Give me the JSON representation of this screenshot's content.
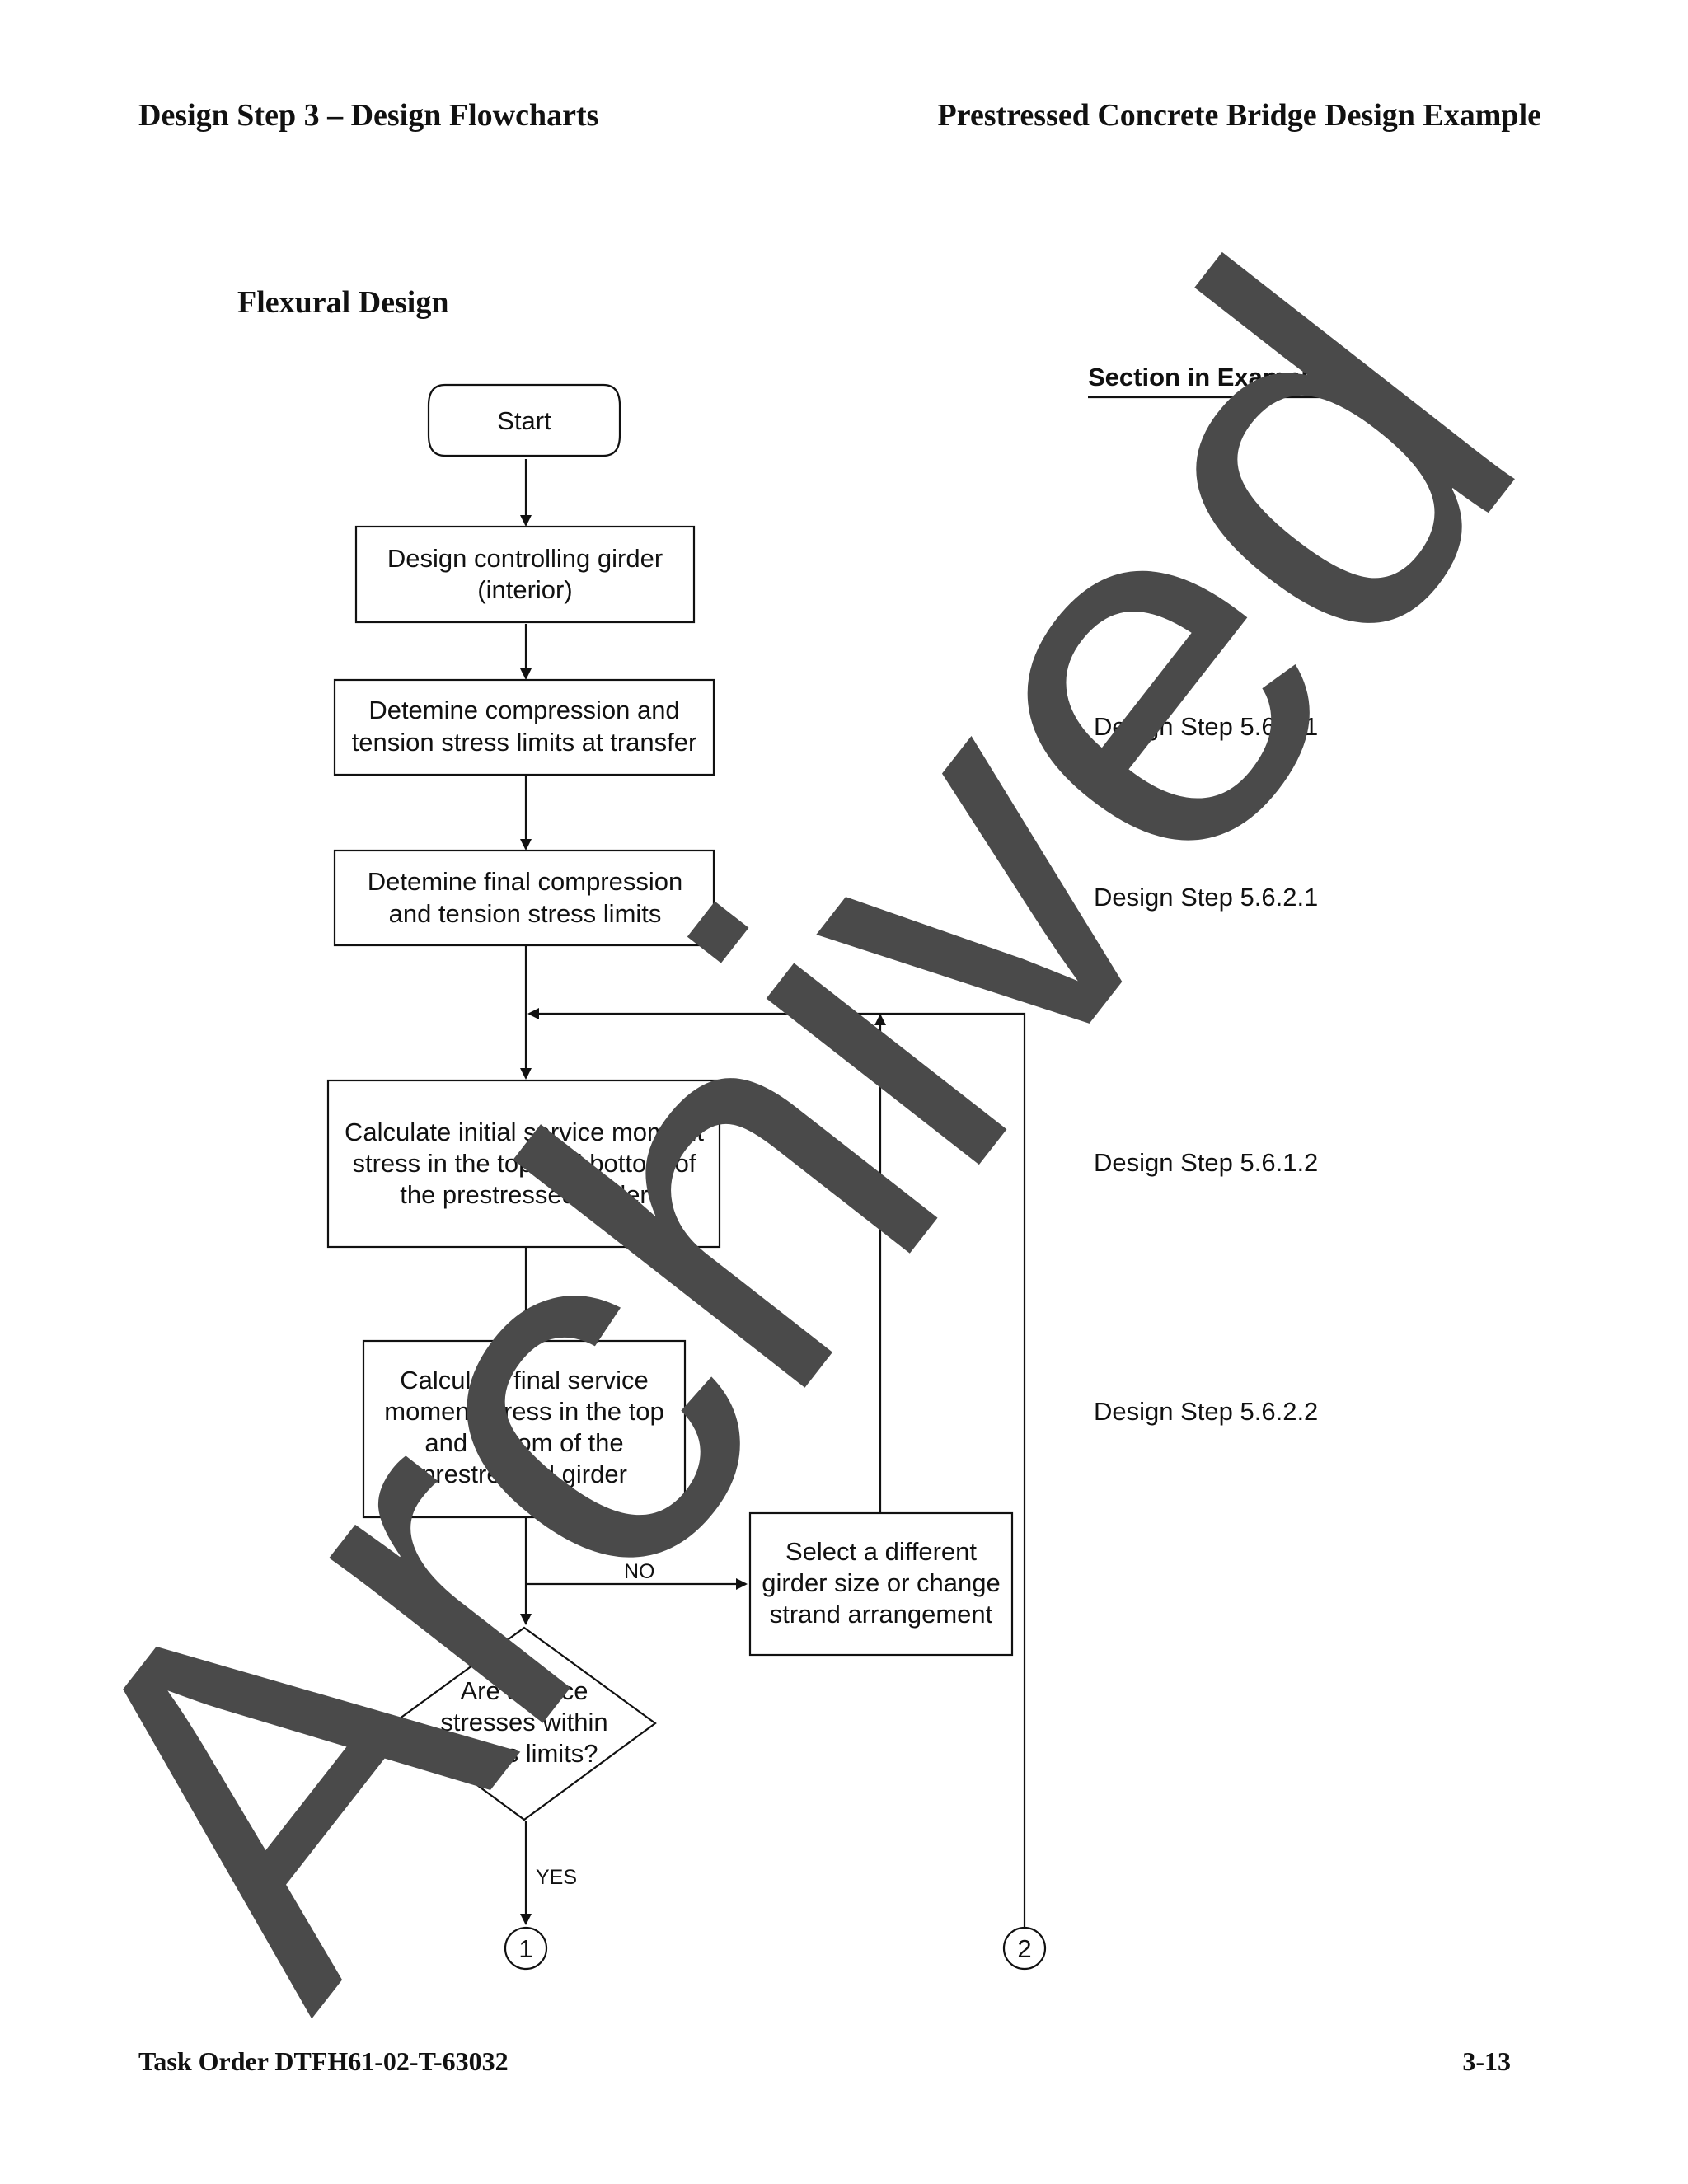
{
  "header": {
    "left": "Design Step 3 – Design Flowcharts",
    "right": "Prestressed Concrete Bridge Design Example"
  },
  "section_title": "Flexural Design",
  "column_heading": "Section in Example",
  "nodes": {
    "start": {
      "label": "Start"
    },
    "design_girder": {
      "lines": [
        "Design controlling girder",
        "(interior)"
      ]
    },
    "transfer_limits": {
      "lines": [
        "Detemine compression and",
        "tension stress limits at transfer"
      ],
      "ref": "Design Step 5.6.1.1"
    },
    "final_limits": {
      "lines": [
        "Detemine final compression",
        "and tension stress limits"
      ],
      "ref": "Design Step 5.6.2.1"
    },
    "initial_stress": {
      "lines": [
        "Calculate initial service moment",
        "stress in the top and bottom of",
        "the prestressed girder"
      ],
      "ref": "Design Step 5.6.1.2"
    },
    "final_stress": {
      "lines": [
        "Calculate final service",
        "moment stress in the top",
        "and bottom of the",
        "prestressed girder"
      ],
      "ref": "Design Step 5.6.2.2"
    },
    "decision": {
      "lines": [
        "Are service",
        "stresses within",
        "stress limits?"
      ]
    },
    "change": {
      "lines": [
        "Select a different",
        "girder size or change",
        "strand arrangement"
      ]
    },
    "connector_1": {
      "label": "1"
    },
    "connector_2": {
      "label": "2"
    }
  },
  "edge_labels": {
    "no": "NO",
    "yes": "YES"
  },
  "watermark": "Archived",
  "footer": {
    "left": "Task Order DTFH61-02-T-63032",
    "right": "3-13"
  }
}
